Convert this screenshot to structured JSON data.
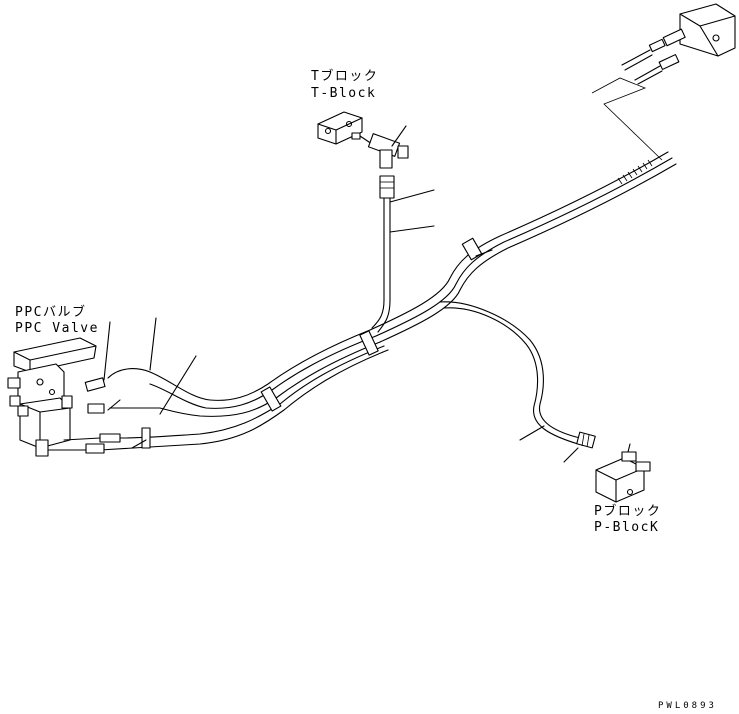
{
  "labels": {
    "t_block_jp": "Tブロック",
    "t_block_en": "T-Block",
    "ppc_valve_jp": "PPCバルブ",
    "ppc_valve_en": "PPC Valve",
    "p_block_jp": "Pブロック",
    "p_block_en": "P-BlocK"
  },
  "drawing_code": "PWL0893"
}
